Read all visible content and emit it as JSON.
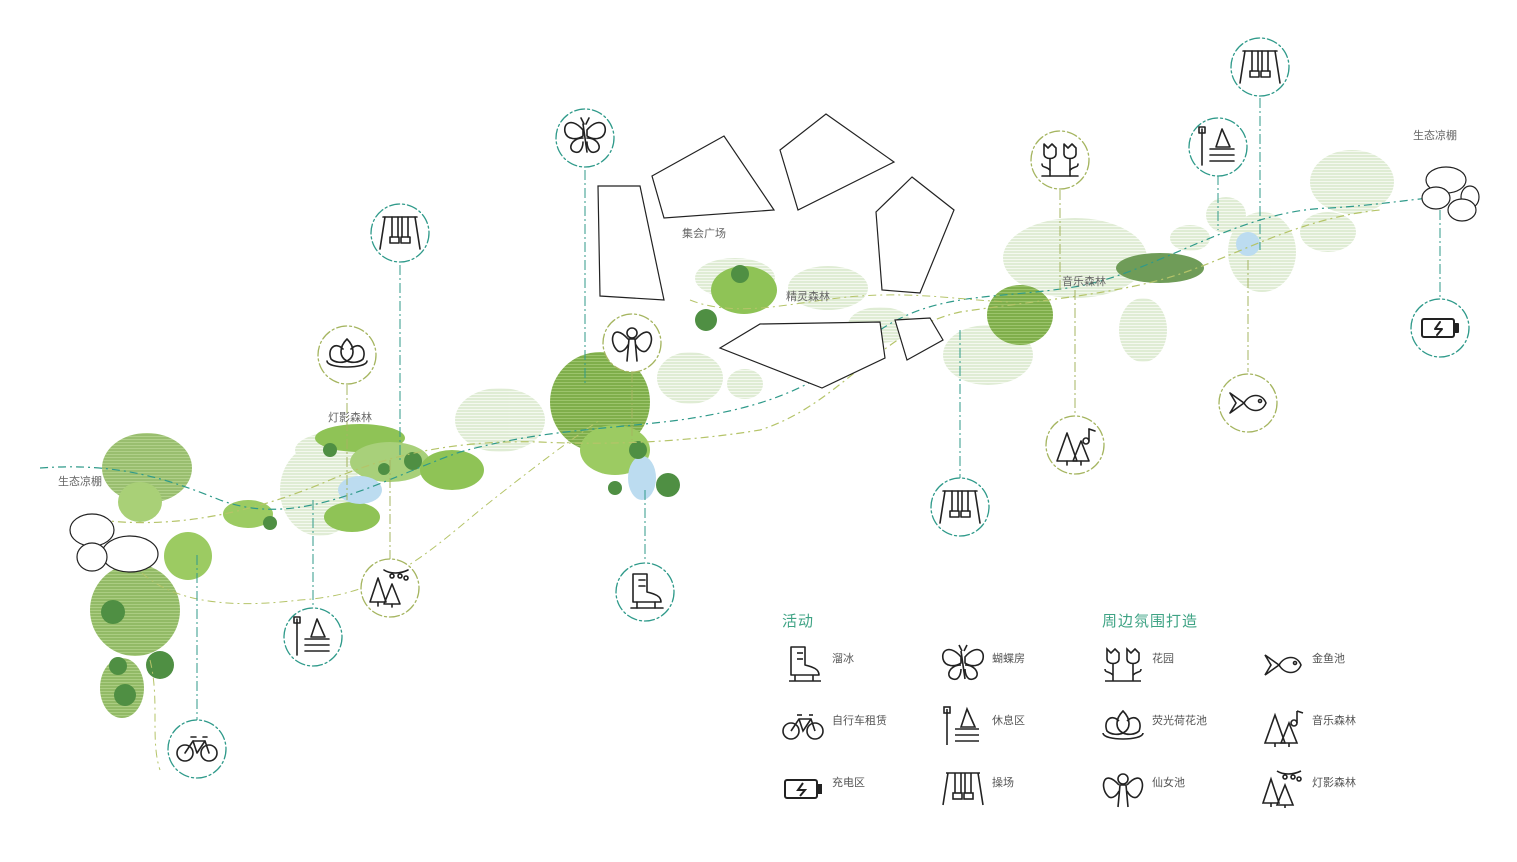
{
  "map": {
    "labels": {
      "plaza": "集会广场",
      "fairy_forest": "精灵森林",
      "lantern_forest": "灯影森林",
      "music_forest": "音乐森林",
      "pavilion_left": "生态凉棚",
      "pavilion_right": "生态凉棚"
    }
  },
  "legend": {
    "activities": {
      "title": "活动",
      "items": [
        {
          "label": "溜冰",
          "icon": "ice-skate-icon"
        },
        {
          "label": "蝴蝶房",
          "icon": "butterfly-icon"
        },
        {
          "label": "自行车租赁",
          "icon": "bicycle-icon"
        },
        {
          "label": "休息区",
          "icon": "bench-icon"
        },
        {
          "label": "充电区",
          "icon": "battery-icon"
        },
        {
          "label": "操场",
          "icon": "swing-icon"
        }
      ]
    },
    "atmosphere": {
      "title": "周边氛围打造",
      "items": [
        {
          "label": "花园",
          "icon": "tulip-icon"
        },
        {
          "label": "金鱼池",
          "icon": "goldfish-icon"
        },
        {
          "label": "荧光荷花池",
          "icon": "lotus-icon"
        },
        {
          "label": "音乐森林",
          "icon": "music-tree-icon"
        },
        {
          "label": "仙女池",
          "icon": "fairy-icon"
        },
        {
          "label": "灯影森林",
          "icon": "lantern-tree-icon"
        }
      ]
    }
  },
  "colors": {
    "teal": "#2f9a8a",
    "olive": "#a5b560",
    "green_light": "#c9dfae",
    "green_mid": "#8fc356",
    "green_dark": "#5f9a3a",
    "water": "#bcdcf0"
  }
}
